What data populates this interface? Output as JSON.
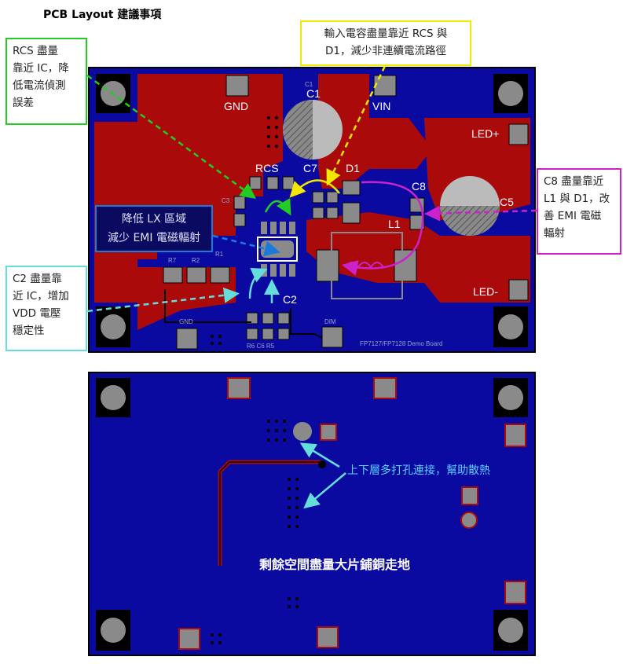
{
  "heading": "PCB Layout 建議事項",
  "callouts": {
    "rcs": [
      "RCS 盡量",
      "靠近 IC，降",
      "低電流偵測",
      "誤差"
    ],
    "input": [
      "輸入電容盡量靠近 RCS 與",
      "D1，減少非連續電流路徑"
    ],
    "c8": [
      "C8 盡量靠近",
      "L1 與 D1，改",
      "善 EMI 電磁",
      "輻射"
    ],
    "c2": [
      "C2 盡量靠",
      "近 IC，增加",
      "VDD 電壓",
      "穩定性"
    ],
    "lx": [
      "降低 LX 區域",
      "減少 EMI 電磁輻射"
    ]
  },
  "top_board": {
    "labels": {
      "gnd": "GND",
      "vin": "VIN",
      "c1": "C1",
      "rcs": "RCS",
      "c7": "C7",
      "d1": "D1",
      "c8": "C8",
      "c5": "C5",
      "l1": "L1",
      "c2": "C2",
      "led_plus": "LED+",
      "led_minus": "LED-"
    },
    "silk": {
      "c1_small": "C1",
      "c3": "C3",
      "r7": "R7",
      "r2": "R2",
      "r1": "R1",
      "gnd_small": "GND",
      "dim": "DIM",
      "bottom_row": "R6  C6  R5",
      "board_name": "FP7127/FP7128 Demo Board"
    }
  },
  "bottom_board": {
    "via_note": "上下層多打孔連接，幫助散熱",
    "ground_note": "剩餘空間盡量大片鋪銅走地"
  },
  "colors": {
    "board_blue": "#0a0aa0",
    "copper_red": "#aa0a0a",
    "pad_grey": "#8a8a8a",
    "green_arrow": "#22cc22",
    "yellow_arrow": "#f2e800",
    "magenta_arrow": "#cc22cc",
    "cyan_arrow": "#66dddd"
  }
}
